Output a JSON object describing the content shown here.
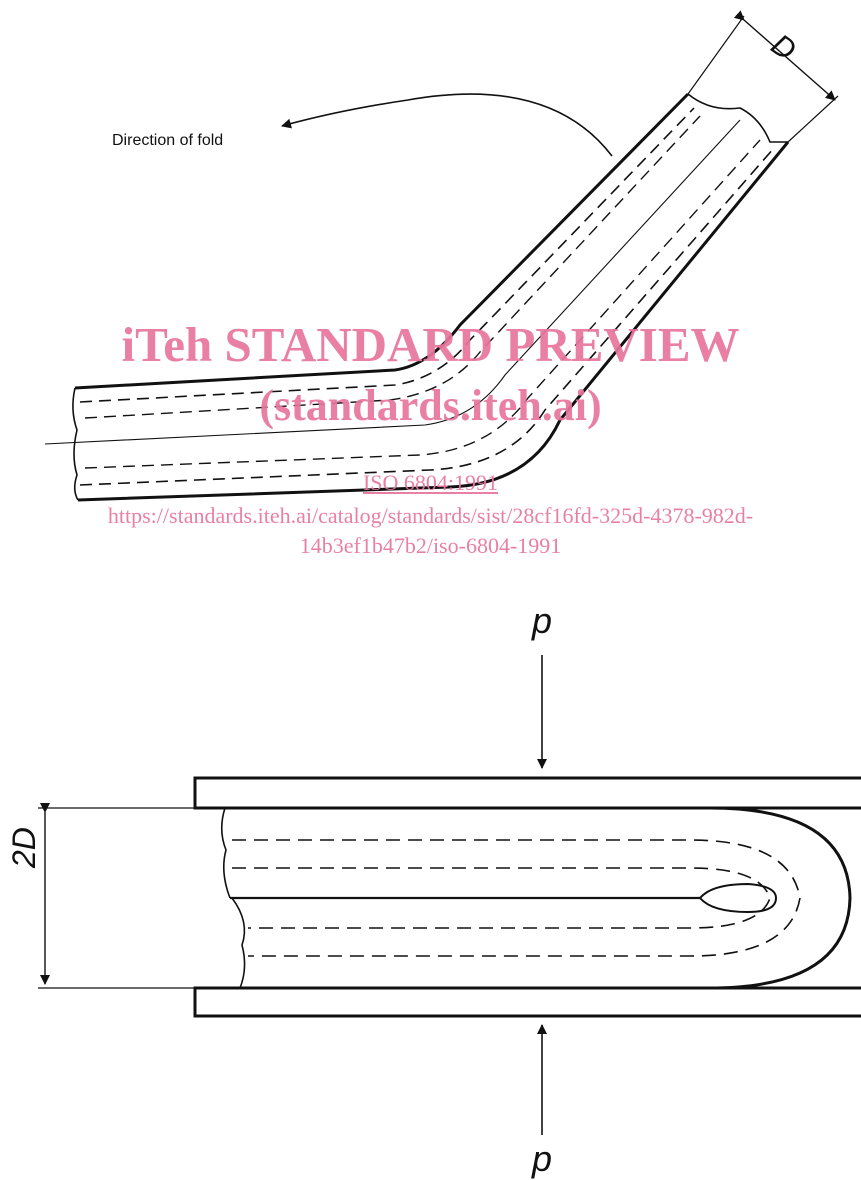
{
  "figure": {
    "fold_label": "Direction of fold",
    "dimension_top": "D",
    "dimension_bottom": "2D",
    "force_top": "p",
    "force_bottom": "p"
  },
  "watermark": {
    "title": "iTeh STANDARD PREVIEW",
    "subtitle": "(standards.iteh.ai)",
    "standard": "ISO 6804:1991",
    "url_line1": "https://standards.iteh.ai/catalog/standards/sist/28cf16fd-325d-4378-982d-",
    "url_line2": "14b3ef1b47b2/iso-6804-1991",
    "color": "#e8769c"
  },
  "colors": {
    "ink": "#111111",
    "paper": "#ffffff"
  }
}
